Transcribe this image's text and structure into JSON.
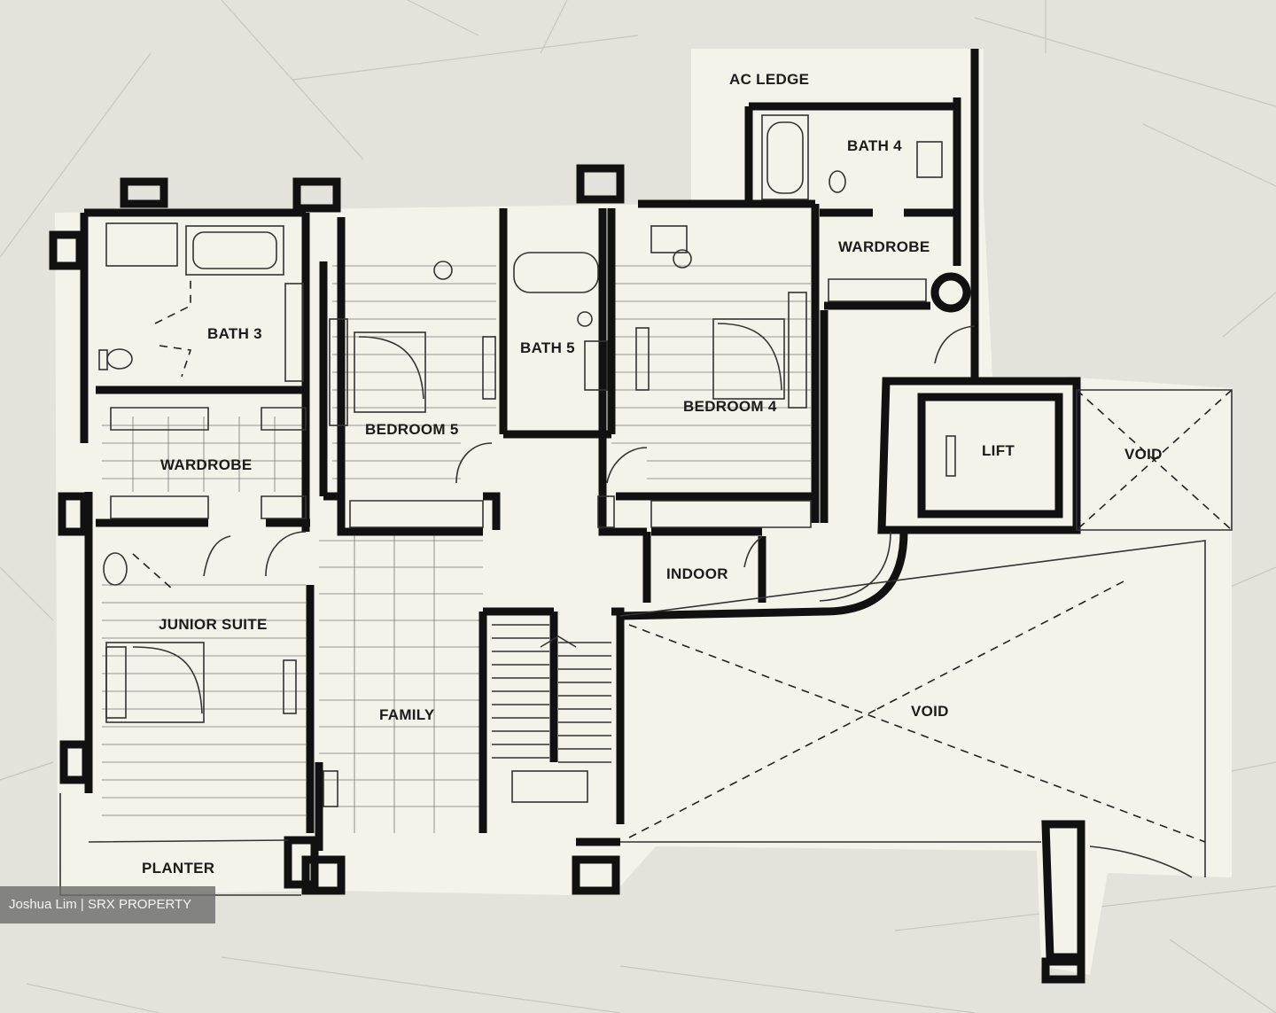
{
  "rooms": {
    "ac_ledge": "AC LEDGE",
    "bath4": "BATH 4",
    "wardrobe_upper": "WARDROBE",
    "bath3": "BATH 3",
    "bath5": "BATH 5",
    "bedroom5": "BEDROOM 5",
    "bedroom4": "BEDROOM 4",
    "wardrobe_left": "WARDROBE",
    "lift": "LIFT",
    "void_right": "VOID",
    "indoor": "INDOOR",
    "junior_suite": "JUNIOR SUITE",
    "family": "FAMILY",
    "void_center": "VOID",
    "planter": "PLANTER"
  },
  "watermark": "Joshua Lim | SRX PROPERTY",
  "colors": {
    "paper": "#f4f3ea",
    "background": "#e3e2db",
    "ink": "#111111"
  }
}
